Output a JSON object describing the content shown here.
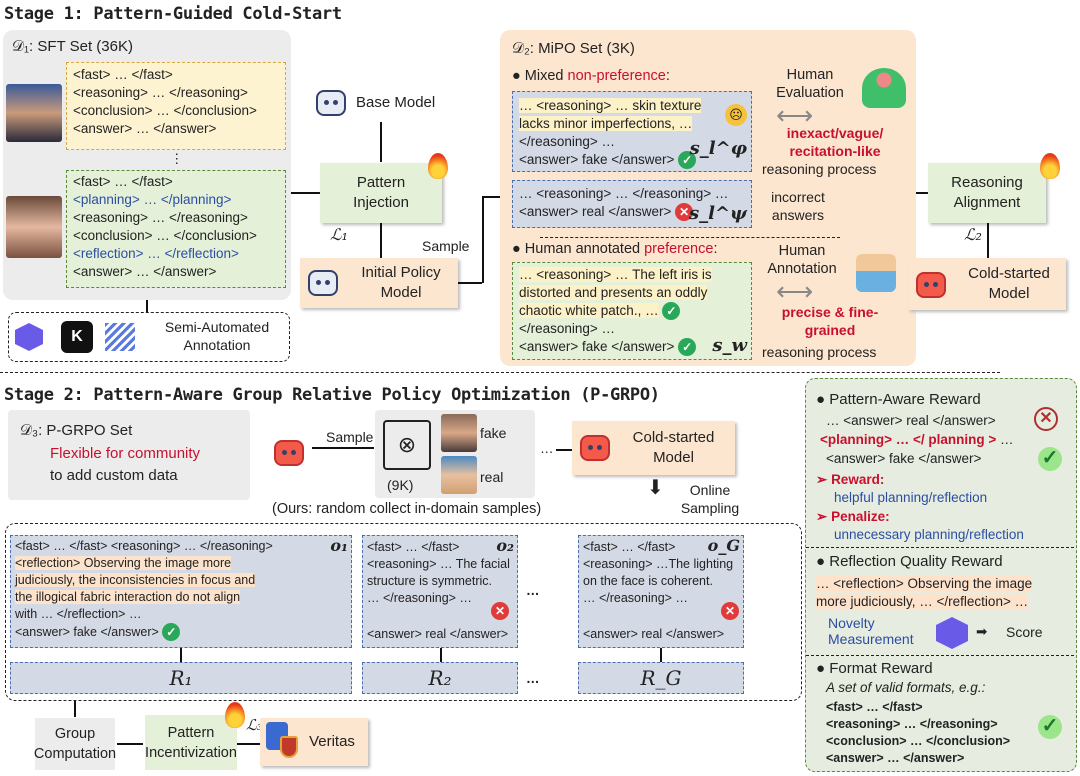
{
  "stage1": {
    "title": "Stage 1: Pattern-Guided Cold-Start",
    "d1": {
      "title": "𝒟₁: SFT Set (36K)",
      "yellow": [
        "<fast> … </fast>",
        "<reasoning> … </reasoning>",
        "<conclusion> … </conclusion>",
        "<answer> … </answer>"
      ],
      "ellipsis": "⋮",
      "green": [
        "<fast> … </fast>",
        "<planning> … </planning>",
        "<reasoning> … </reasoning>",
        "<conclusion> … </conclusion>",
        "<reflection> … </reflection>",
        "<answer> … </answer>"
      ],
      "annotation": "Semi-Automated Annotation"
    },
    "base_model": "Base Model",
    "pattern_injection": "Pattern Injection",
    "l1": "ℒ₁",
    "sample": "Sample",
    "initial_policy": "Initial Policy Model",
    "d2": {
      "title": "𝒟₂: MiPO Set (3K)",
      "nonpref_prefix": "Mixed ",
      "nonpref_red": "non-preference",
      "colon": ":",
      "box1": [
        "… <reasoning> … skin texture",
        "lacks minor imperfections, …",
        "</reasoning> …",
        "<answer> fake </answer>"
      ],
      "s1": "s_l^φ",
      "box2": [
        "… <reasoning> … </reasoning> …",
        "<answer> real </answer>"
      ],
      "s2": "s_l^ψ",
      "human_eval": "Human Evaluation",
      "eval_red": "inexact/vague/ recitation-like",
      "eval_tail": "reasoning process",
      "incorrect": "incorrect answers",
      "pref_prefix": "Human annotated ",
      "pref_red": "preference",
      "box3": [
        "… <reasoning> … The left iris is",
        "distorted and presents an oddly",
        "chaotic white patch., …",
        "</reasoning> …",
        "<answer> fake </answer>"
      ],
      "s3": "s_w",
      "human_ann": "Human Annotation",
      "ann_red": "precise & fine-grained",
      "ann_tail": "reasoning process"
    },
    "reasoning_alignment": "Reasoning Alignment",
    "l2": "ℒ₂",
    "cold_started": "Cold-started Model"
  },
  "stage2": {
    "title": "Stage 2: Pattern-Aware Group Relative Policy Optimization (P-GRPO)",
    "d3": {
      "title": "𝒟₃: P-GRPO Set",
      "red": "Flexible for community",
      "tail": "to add custom data"
    },
    "sample": "Sample",
    "count": "(9K)",
    "fake": "fake",
    "real": "real",
    "ellipsis": "…",
    "cold_started": "Cold-started Model",
    "online": "Online Sampling",
    "note": "(Ours: random collect in-domain samples)",
    "o1": {
      "label": "o₁",
      "lines": [
        "<fast> … </fast> <reasoning> … </reasoning>",
        "<reflection> Observing the image more",
        "judiciously, the inconsistencies in focus and",
        "the illogical fabric interaction do not align",
        "with … </reflection> …",
        "<answer> fake </answer>"
      ]
    },
    "o2": {
      "label": "o₂",
      "lines": [
        "<fast> … </fast>",
        "<reasoning> … The facial",
        "structure is symmetric.",
        "… </reasoning> …",
        "<answer> real </answer>"
      ]
    },
    "oG": {
      "label": "o_G",
      "lines": [
        "<fast> … </fast>",
        "<reasoning> …The lighting",
        "on the face is coherent.",
        "… </reasoning> …",
        "<answer> real </answer>"
      ]
    },
    "r": [
      "R₁",
      "R₂",
      "R_G"
    ],
    "group": "Group Computation",
    "incent": "Pattern Incentivization",
    "l3": "ℒ₃",
    "veritas": "Veritas",
    "rewards": {
      "pa_title": "Pattern-Aware Reward",
      "pa_l1": "… <answer> real </answer>",
      "pa_l2a": "<planning> … </ planning >",
      "pa_l2b": " …",
      "pa_l3": "<answer> fake </answer>",
      "reward": "Reward:",
      "reward_d": "helpful planning/reflection",
      "penal": "Penalize:",
      "penal_d": "unnecessary planning/reflection",
      "rq_title": "Reflection Quality Reward",
      "rq_l1": "… <reflection> Observing the image",
      "rq_l2": "more judiciously, … </reflection> …",
      "novelty": "Novelty Measurement",
      "score": "Score",
      "fmt_title": "Format Reward",
      "fmt_sub": "A set of valid formats, e.g.:",
      "fmt": [
        "<fast> … </fast>",
        "<reasoning> … </reasoning>",
        "<conclusion> … </conclusion>",
        "<answer> … </answer>"
      ]
    }
  },
  "colors": {
    "gray": "#ececec",
    "yellow": "#fdf3d0",
    "green": "#e4f0d8",
    "peach": "#fce6d0",
    "blue_gray": "#d4d9e6",
    "red": "#c8102e",
    "blue": "#2b4ea2"
  }
}
